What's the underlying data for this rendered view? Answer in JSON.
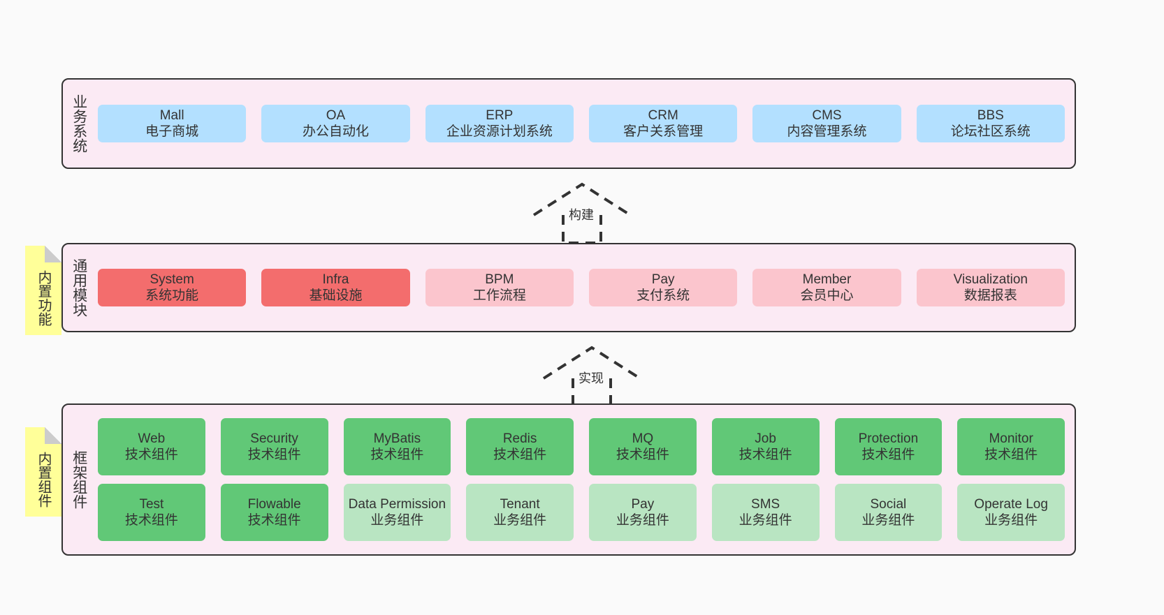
{
  "diagram": {
    "title_note_1": "内置功能",
    "title_note_2": "内置组件",
    "background": "#fafafa",
    "panel_bg": "#fbeaf4",
    "panel_border": "#333333"
  },
  "layers": [
    {
      "id": "business-system",
      "title": "业务系统",
      "rows": [
        {
          "nodes": [
            {
              "en": "Mall",
              "cn": "电子商城",
              "color": "#b3e0ff",
              "style": "blue"
            },
            {
              "en": "OA",
              "cn": "办公自动化",
              "color": "#b3e0ff",
              "style": "blue"
            },
            {
              "en": "ERP",
              "cn": "企业资源计划系统",
              "color": "#b3e0ff",
              "style": "blue"
            },
            {
              "en": "CRM",
              "cn": "客户关系管理",
              "color": "#b3e0ff",
              "style": "blue"
            },
            {
              "en": "CMS",
              "cn": "内容管理系统",
              "color": "#b3e0ff",
              "style": "blue"
            },
            {
              "en": "BBS",
              "cn": "论坛社区系统",
              "color": "#b3e0ff",
              "style": "blue"
            }
          ]
        }
      ]
    },
    {
      "id": "common-module",
      "title": "通用模块",
      "note": "内置功能",
      "rows": [
        {
          "nodes": [
            {
              "en": "System",
              "cn": "系统功能",
              "color": "#f36d6d",
              "style": "red"
            },
            {
              "en": "Infra",
              "cn": "基础设施",
              "color": "#f36d6d",
              "style": "red"
            },
            {
              "en": "BPM",
              "cn": "工作流程",
              "color": "#fbc5cd",
              "style": "pink"
            },
            {
              "en": "Pay",
              "cn": "支付系统",
              "color": "#fbc5cd",
              "style": "pink"
            },
            {
              "en": "Member",
              "cn": "会员中心",
              "color": "#fbc5cd",
              "style": "pink"
            },
            {
              "en": "Visualization",
              "cn": "数据报表",
              "color": "#fbc5cd",
              "style": "pink"
            }
          ]
        }
      ]
    },
    {
      "id": "framework-component",
      "title": "框架组件",
      "note": "内置组件",
      "rows": [
        {
          "nodes": [
            {
              "en": "Web",
              "cn": "技术组件",
              "color": "#61c877",
              "style": "green"
            },
            {
              "en": "Security",
              "cn": "技术组件",
              "color": "#61c877",
              "style": "green"
            },
            {
              "en": "MyBatis",
              "cn": "技术组件",
              "color": "#61c877",
              "style": "green"
            },
            {
              "en": "Redis",
              "cn": "技术组件",
              "color": "#61c877",
              "style": "green"
            },
            {
              "en": "MQ",
              "cn": "技术组件",
              "color": "#61c877",
              "style": "green"
            },
            {
              "en": "Job",
              "cn": "技术组件",
              "color": "#61c877",
              "style": "green"
            },
            {
              "en": "Protection",
              "cn": "技术组件",
              "color": "#61c877",
              "style": "green"
            },
            {
              "en": "Monitor",
              "cn": "技术组件",
              "color": "#61c877",
              "style": "green"
            }
          ]
        },
        {
          "nodes": [
            {
              "en": "Test",
              "cn": "技术组件",
              "color": "#61c877",
              "style": "green"
            },
            {
              "en": "Flowable",
              "cn": "技术组件",
              "color": "#61c877",
              "style": "green"
            },
            {
              "en": "Data Permission",
              "cn": "业务组件",
              "color": "#b9e5c2",
              "style": "lgreen"
            },
            {
              "en": "Tenant",
              "cn": "业务组件",
              "color": "#b9e5c2",
              "style": "lgreen"
            },
            {
              "en": "Pay",
              "cn": "业务组件",
              "color": "#b9e5c2",
              "style": "lgreen"
            },
            {
              "en": "SMS",
              "cn": "业务组件",
              "color": "#b9e5c2",
              "style": "lgreen"
            },
            {
              "en": "Social",
              "cn": "业务组件",
              "color": "#b9e5c2",
              "style": "lgreen"
            },
            {
              "en": "Operate Log",
              "cn": "业务组件",
              "color": "#b9e5c2",
              "style": "lgreen"
            }
          ]
        }
      ]
    }
  ],
  "connectors": [
    {
      "id": "build",
      "label": "构建",
      "style": "dashed-hollow-arrow-up"
    },
    {
      "id": "implement",
      "label": "实现",
      "style": "dashed-hollow-arrow-up"
    }
  ]
}
